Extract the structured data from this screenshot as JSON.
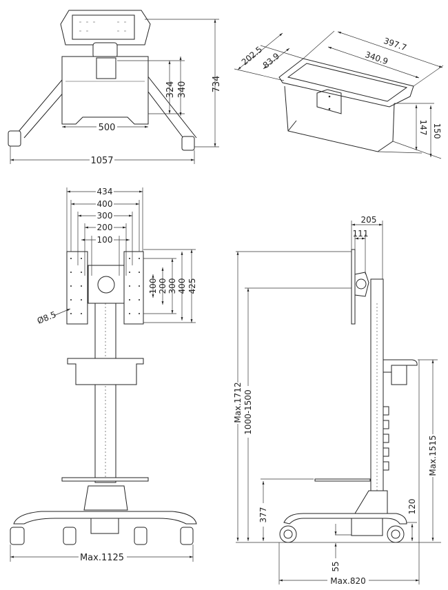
{
  "top_view": {
    "overall_depth": "734",
    "plate_h1": "324",
    "plate_h2": "340",
    "plate_w": "500",
    "overall_width": "1057"
  },
  "basket_view": {
    "depth_outer": "202.5",
    "depth_inner": "83.9",
    "length_outer": "397.7",
    "length_inner": "340.9",
    "height_inner": "147",
    "height_outer": "150"
  },
  "front_view": {
    "horizontal": [
      "434",
      "400",
      "300",
      "200",
      "100"
    ],
    "vertical": [
      "100",
      "200",
      "300",
      "400",
      "425"
    ],
    "hole_diameter": "Ø8.5",
    "base_width": "Max.1125"
  },
  "side_view": {
    "plate_depth": "205",
    "bracket_offset": "111",
    "max_height": "Max.1712",
    "screen_range": "1000-1500",
    "tray_height": "377",
    "base_height": "120",
    "handle_height": "Max.1515",
    "clearance": "55",
    "base_depth": "Max.820"
  }
}
